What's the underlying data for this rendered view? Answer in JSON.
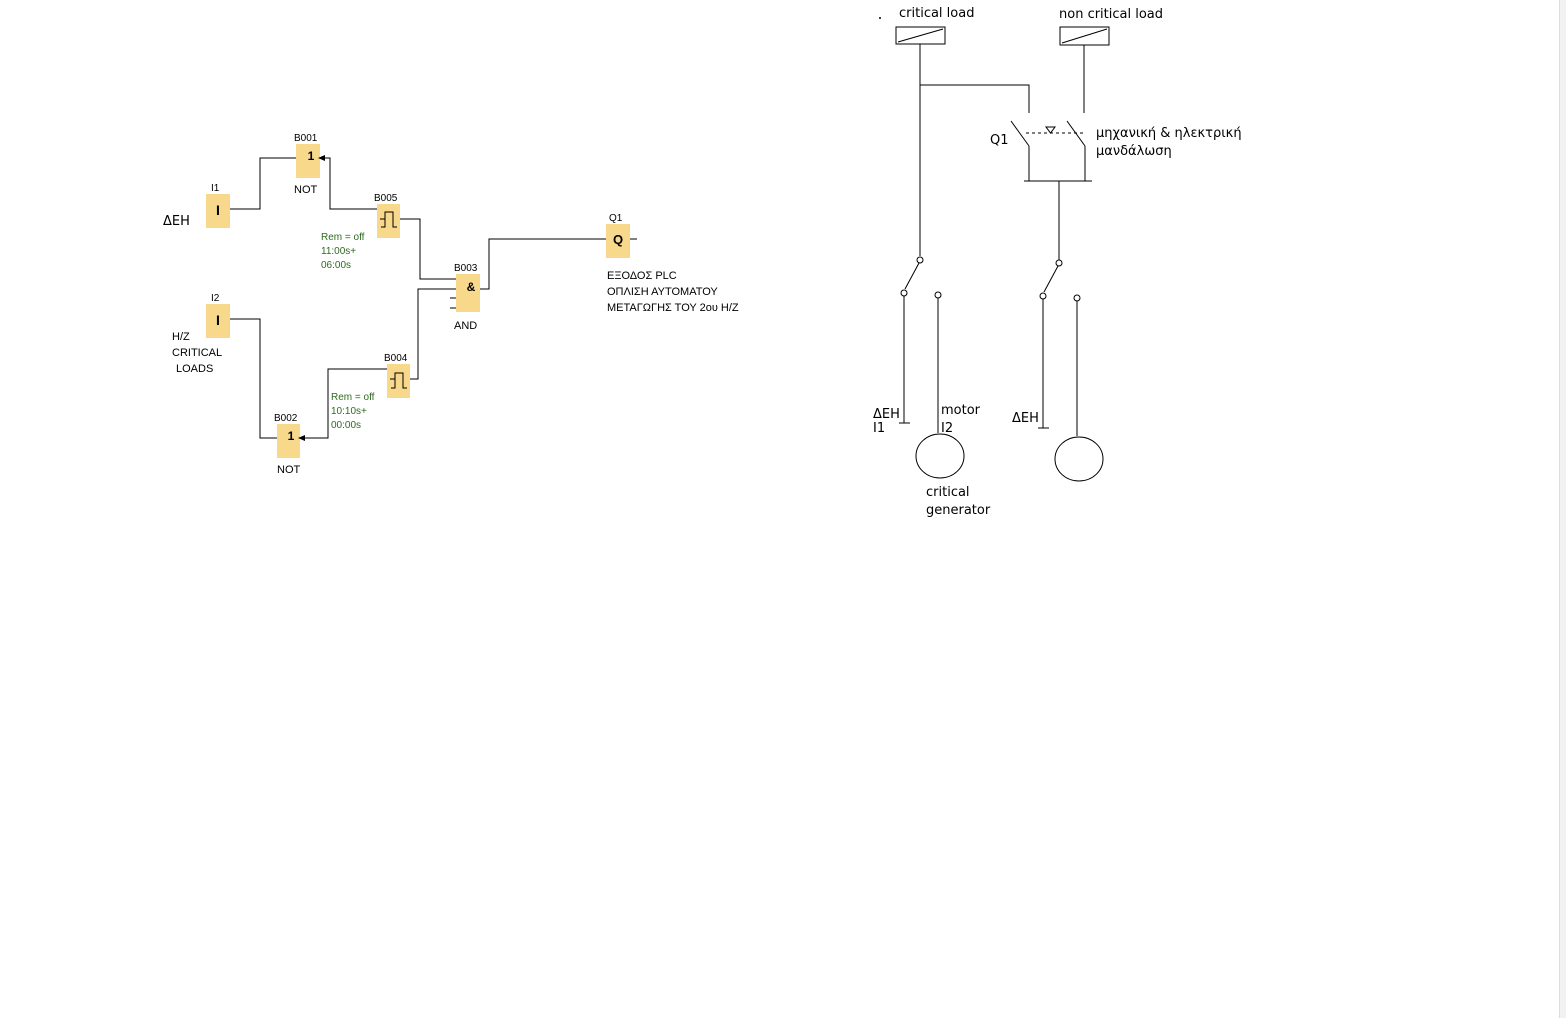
{
  "plc": {
    "inputs": [
      {
        "id": "I1",
        "symbol": "I",
        "label": "ΔΕΗ"
      },
      {
        "id": "I2",
        "symbol": "I",
        "label_lines": [
          "H/Z",
          "CRITICAL",
          "LOADS"
        ]
      }
    ],
    "blocks": [
      {
        "id": "B001",
        "symbol": "1",
        "caption": "NOT"
      },
      {
        "id": "B002",
        "symbol": "1",
        "caption": "NOT"
      },
      {
        "id": "B003",
        "symbol": "&",
        "caption": "AND"
      },
      {
        "id": "B004",
        "params": [
          "Rem = off",
          "10:10s+",
          "00:00s"
        ]
      },
      {
        "id": "B005",
        "params": [
          "Rem = off",
          "11:00s+",
          "06:00s"
        ]
      }
    ],
    "output": {
      "id": "Q1",
      "symbol": "Q",
      "lines": [
        "ΕΞΟΔΟΣ PLC",
        "ΟΠΛΙΣΗ ΑΥΤΟΜΑΤΟΥ",
        "ΜΕΤΑΓΩΓΗΣ ΤΟΥ 2ου H/Z"
      ]
    }
  },
  "circuit": {
    "loads": [
      "critical load",
      "non critical load"
    ],
    "contactor": {
      "label": "Q1",
      "note_lines": [
        "μηχανική & ηλεκτρική",
        "μανδάλωση"
      ]
    },
    "left_switch": {
      "a_lines": [
        "ΔΕΗ",
        "I1"
      ],
      "b_lines": [
        "motor",
        "I2"
      ]
    },
    "right_switch": {
      "a_label": "ΔΕΗ"
    },
    "generator_lines": [
      "critical",
      "generator"
    ]
  }
}
